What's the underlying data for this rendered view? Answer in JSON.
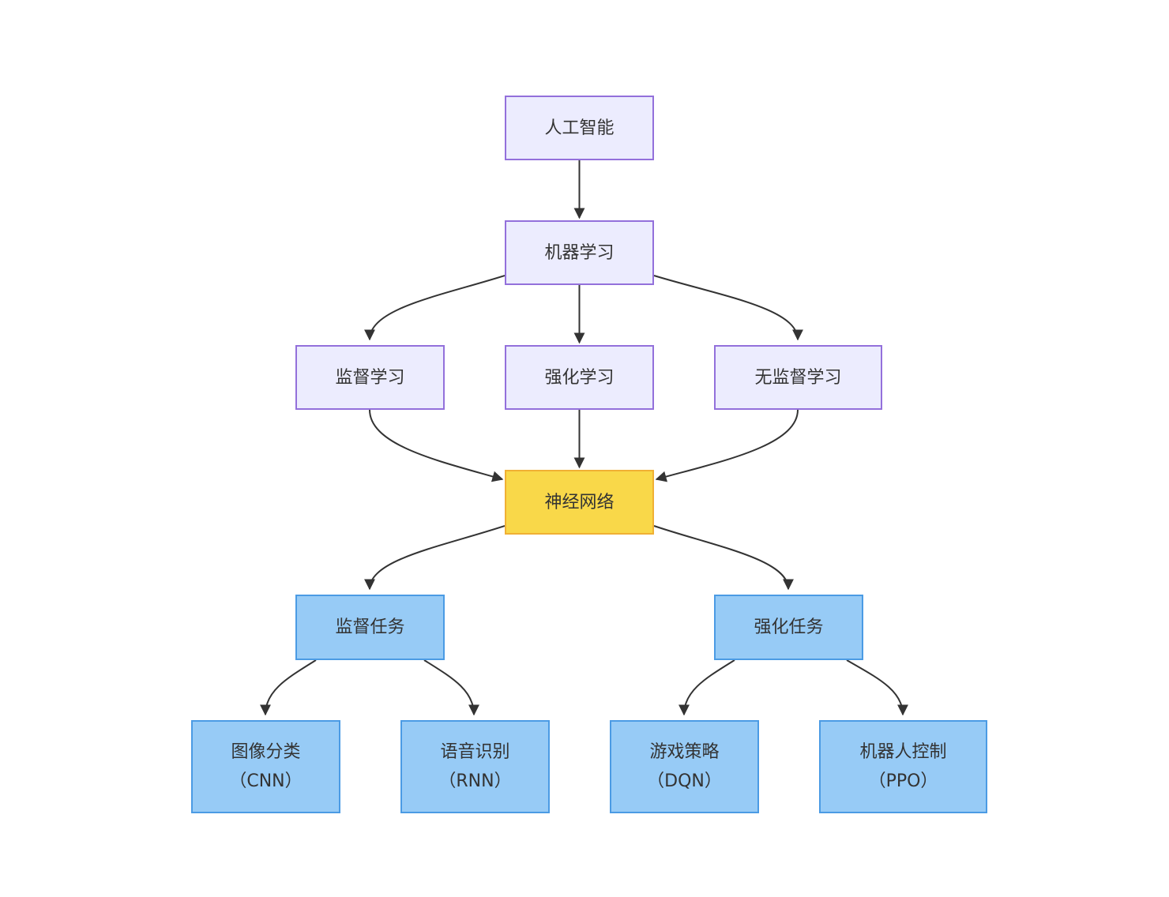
{
  "nodes": {
    "ai": {
      "line1": "人工智能"
    },
    "ml": {
      "line1": "机器学习"
    },
    "supervised": {
      "line1": "监督学习"
    },
    "reinforcement": {
      "line1": "强化学习"
    },
    "unsupervised": {
      "line1": "无监督学习"
    },
    "neural_net": {
      "line1": "神经网络"
    },
    "supervised_task": {
      "line1": "监督任务"
    },
    "reinforcement_task": {
      "line1": "强化任务"
    },
    "image_classification": {
      "line1": "图像分类",
      "line2": "（CNN）"
    },
    "speech_recognition": {
      "line1": "语音识别",
      "line2": "（RNN）"
    },
    "game_strategy": {
      "line1": "游戏策略",
      "line2": "（DQN）"
    },
    "robot_control": {
      "line1": "机器人控制",
      "line2": "（PPO）"
    }
  },
  "edges": [
    {
      "from": "ai",
      "to": "ml"
    },
    {
      "from": "ml",
      "to": "supervised"
    },
    {
      "from": "ml",
      "to": "reinforcement"
    },
    {
      "from": "ml",
      "to": "unsupervised"
    },
    {
      "from": "supervised",
      "to": "neural_net"
    },
    {
      "from": "reinforcement",
      "to": "neural_net"
    },
    {
      "from": "unsupervised",
      "to": "neural_net"
    },
    {
      "from": "neural_net",
      "to": "supervised_task"
    },
    {
      "from": "neural_net",
      "to": "reinforcement_task"
    },
    {
      "from": "supervised_task",
      "to": "image_classification"
    },
    {
      "from": "supervised_task",
      "to": "speech_recognition"
    },
    {
      "from": "reinforcement_task",
      "to": "game_strategy"
    },
    {
      "from": "reinforcement_task",
      "to": "robot_control"
    }
  ],
  "colors": {
    "default_fill": "#ececfe",
    "default_stroke": "#9370db",
    "highlight_fill": "#f9d849",
    "highlight_stroke": "#f0b034",
    "task_fill": "#97cbf6",
    "task_stroke": "#4b9be4",
    "edge": "#333333",
    "text": "#333333"
  }
}
